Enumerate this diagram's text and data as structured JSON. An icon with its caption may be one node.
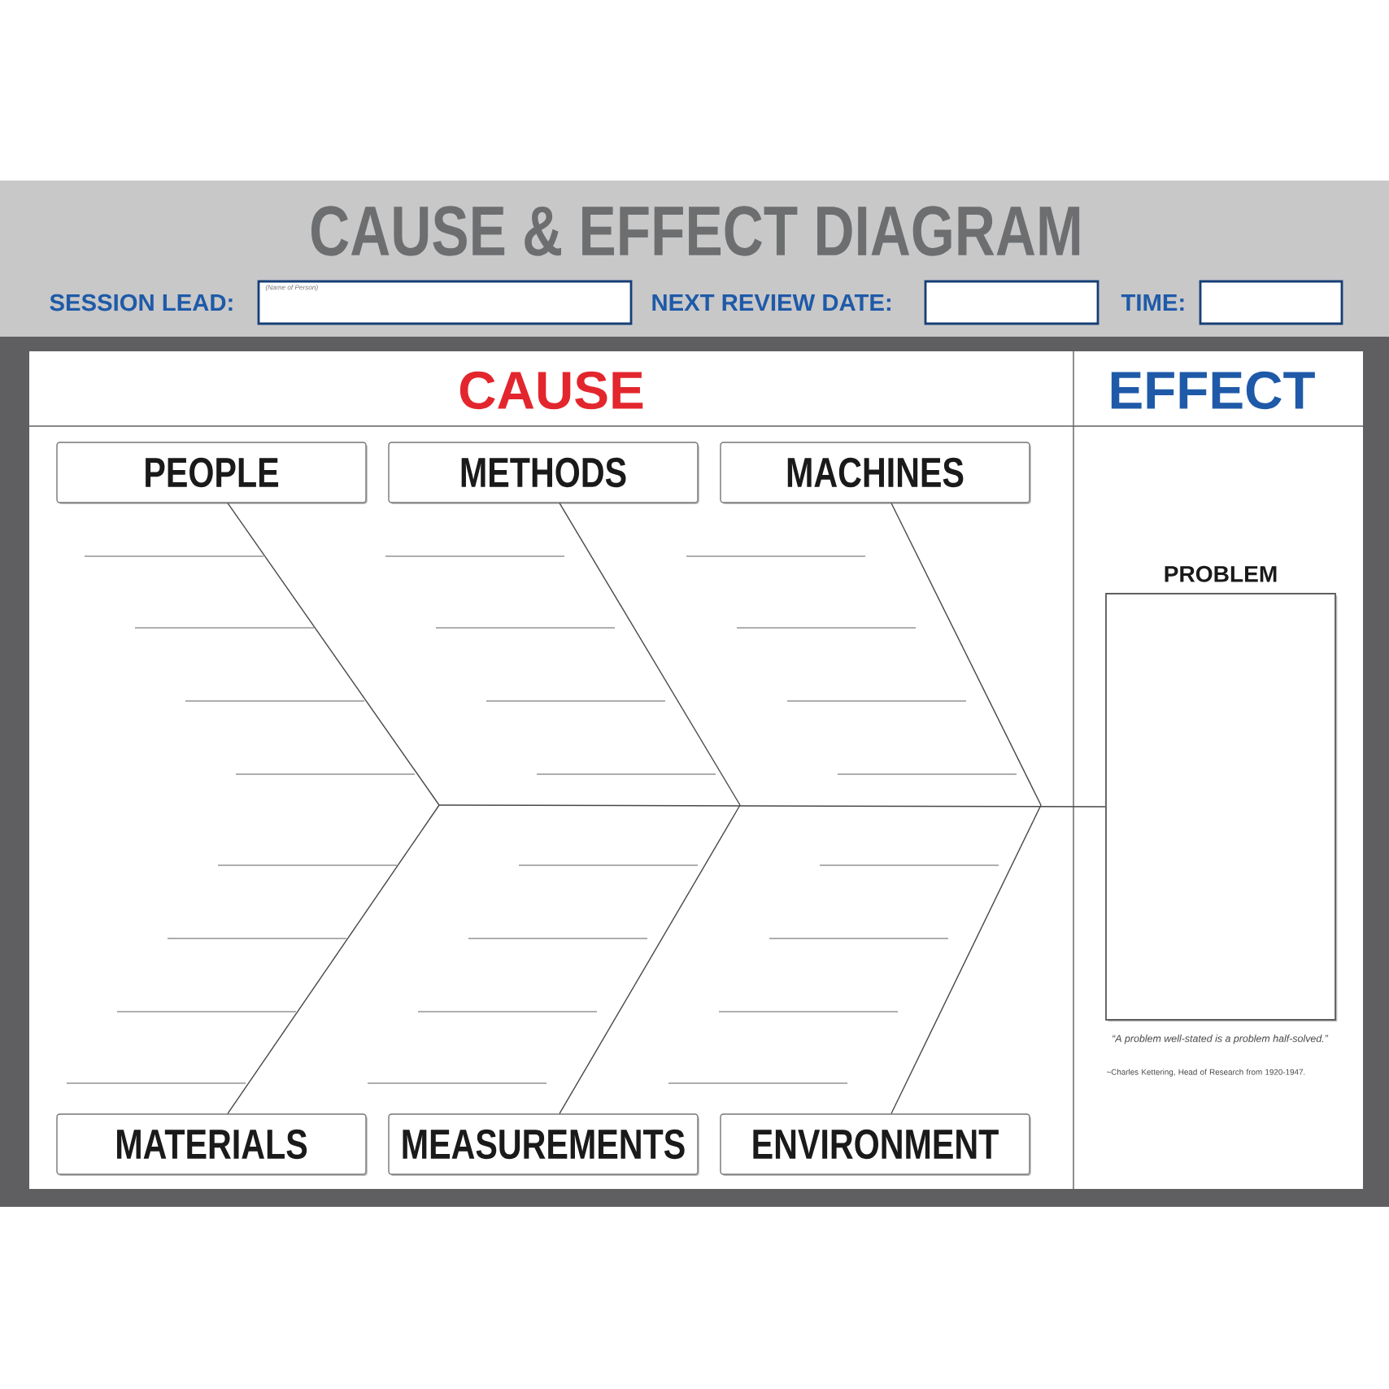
{
  "diagram": {
    "title": "CAUSE & EFFECT DIAGRAM",
    "nodes": [
      {
        "text": [
          "PEOPLE"
        ]
      },
      {
        "text": [
          "METHODS"
        ]
      },
      {
        "text": [
          "MACHINES"
        ]
      },
      {
        "text": [
          "MATERIALS"
        ]
      },
      {
        "text": [
          "MEASUREMENTS"
        ]
      },
      {
        "text": [
          "ENVIRONMENT"
        ]
      },
      {
        "text": [
          "PROBLEM"
        ]
      }
    ],
    "edges": [
      {
        "from": 0,
        "to": null,
        "arrow": "none"
      },
      {
        "from": 1,
        "to": null,
        "arrow": "none"
      },
      {
        "from": 2,
        "to": null,
        "arrow": "none"
      },
      {
        "from": 3,
        "to": null,
        "arrow": "none"
      },
      {
        "from": 4,
        "to": null,
        "arrow": "none"
      },
      {
        "from": 5,
        "to": null,
        "arrow": "none"
      },
      {
        "from": null,
        "to": 6,
        "arrow": "none"
      }
    ],
    "labels": [
      "SESSION LEAD:",
      "(Name of Person)",
      "NEXT REVIEW DATE:",
      "TIME:",
      "CAUSE",
      "EFFECT",
      "“A problem well-stated is a problem half-solved.”",
      "~Charles Kettering, Head of Research from 1920-1947."
    ]
  }
}
